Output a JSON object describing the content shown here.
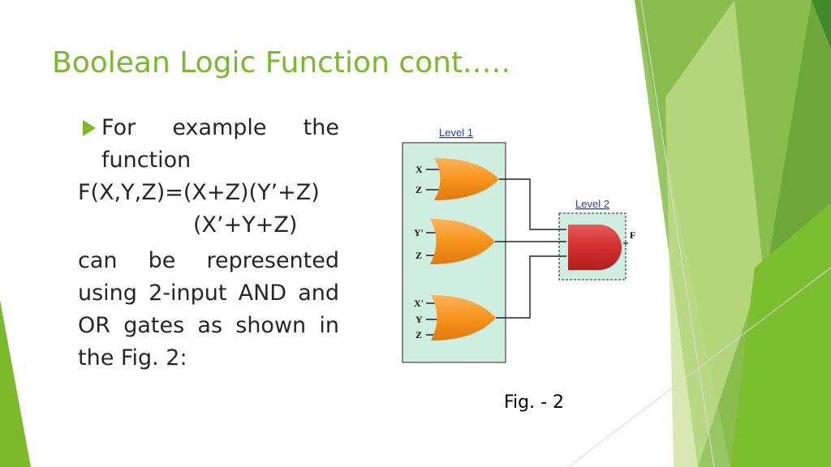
{
  "slide": {
    "title": "Boolean Logic Function cont.….",
    "bullet_text": "For example the function",
    "equation_line1": "F(X,Y,Z)=(X+Z)(Y’+Z)",
    "equation_line2": "(X’+Y+Z)",
    "paragraph": "can be represented using 2-input AND and OR gates as shown in the Fig. 2:",
    "caption": "Fig. - 2"
  },
  "figure": {
    "level1_label": "Level 1",
    "level2_label": "Level 2",
    "gate1_inputs": [
      "X",
      "Z"
    ],
    "gate2_inputs": [
      "Y'",
      "Z"
    ],
    "gate3_inputs": [
      "X'",
      "Y",
      "Z"
    ],
    "output_label": "F"
  },
  "colors": {
    "accent": "#7ab929",
    "or_gate": "#f7941d",
    "and_gate": "#d32f2f",
    "level_box": "#cdeee0",
    "link": "#1a3fd6"
  }
}
